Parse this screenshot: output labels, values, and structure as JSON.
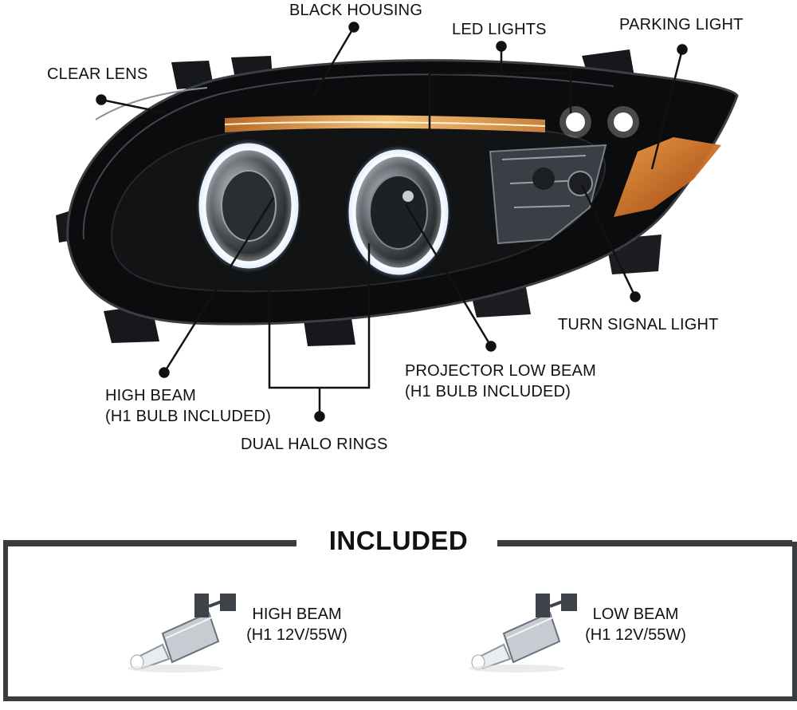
{
  "callouts": {
    "black_housing": "BLACK HOUSING",
    "led_lights": "LED LIGHTS",
    "parking_light": "PARKING LIGHT",
    "clear_lens": "CLEAR LENS",
    "turn_signal_light": "TURN SIGNAL LIGHT",
    "projector_low_beam": [
      "PROJECTOR LOW BEAM",
      "(H1 BULB INCLUDED)"
    ],
    "high_beam": [
      "HIGH BEAM",
      "(H1 BULB INCLUDED)"
    ],
    "dual_halo_rings": "DUAL HALO RINGS"
  },
  "included": {
    "title": "INCLUDED",
    "items": [
      {
        "name": "HIGH BEAM",
        "spec": "(H1 12V/55W)"
      },
      {
        "name": "LOW BEAM",
        "spec": "(H1 12V/55W)"
      }
    ]
  },
  "colors": {
    "housing": "#0b0c0e",
    "led_strip": "#e8a04a",
    "halo": "#eaf4ff",
    "turn_signal": "#d2661a",
    "frame": "#3a3d40"
  },
  "icons": [
    "headlight-assembly",
    "h1-bulb-icon"
  ]
}
